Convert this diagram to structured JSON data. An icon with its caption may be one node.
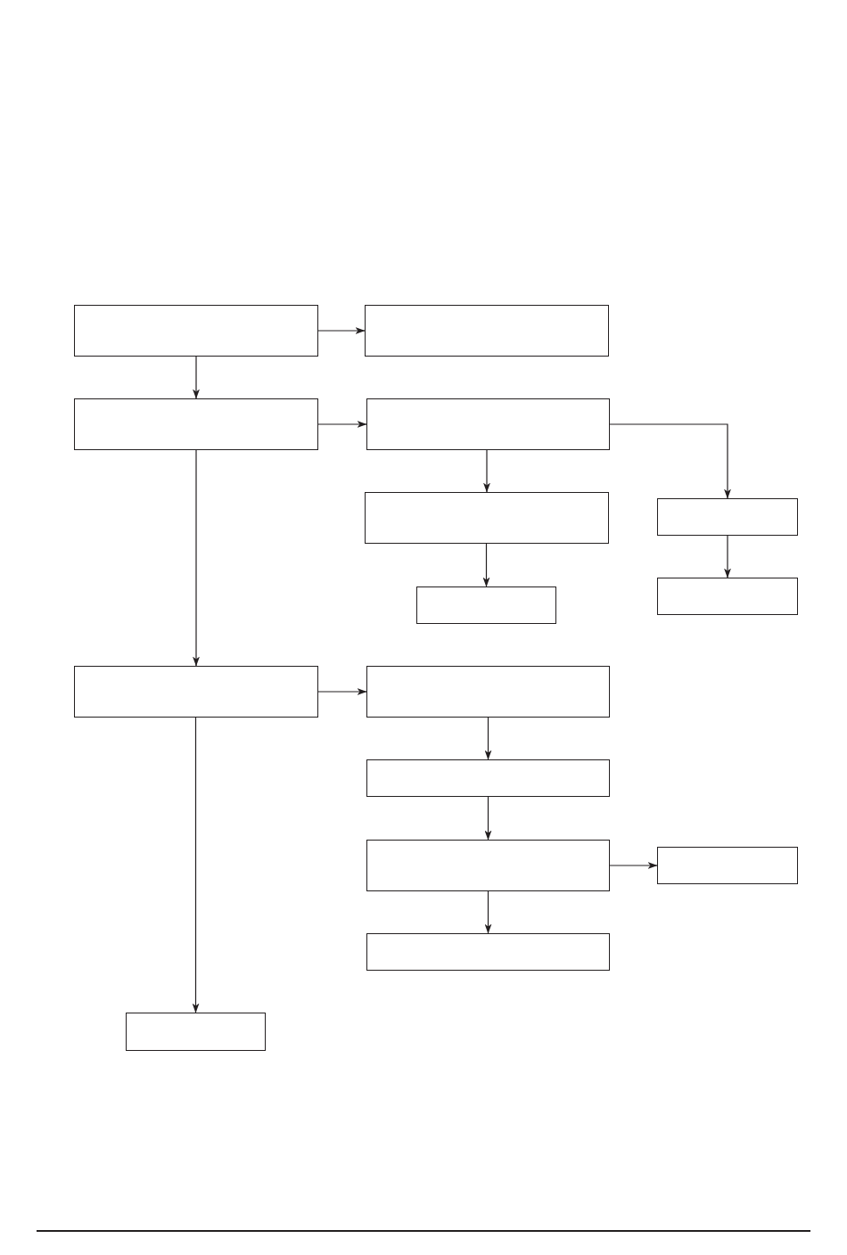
{
  "diagram": {
    "nodes": [
      {
        "text": [],
        "shape": "box"
      },
      {
        "text": [],
        "shape": "box"
      },
      {
        "text": [],
        "shape": "box"
      },
      {
        "text": [],
        "shape": "box"
      },
      {
        "text": [],
        "shape": "box"
      },
      {
        "text": [],
        "shape": "box"
      },
      {
        "text": [],
        "shape": "box"
      },
      {
        "text": [],
        "shape": "box"
      },
      {
        "text": [],
        "shape": "box"
      },
      {
        "text": [],
        "shape": "box"
      },
      {
        "text": [],
        "shape": "box"
      },
      {
        "text": [],
        "shape": "box"
      },
      {
        "text": [],
        "shape": "box"
      },
      {
        "text": [],
        "shape": "box"
      },
      {
        "text": [],
        "shape": "box"
      }
    ],
    "edges": [
      {
        "from": 0,
        "to": 1,
        "arrow": "to"
      },
      {
        "from": 0,
        "to": 2,
        "arrow": "to"
      },
      {
        "from": 2,
        "to": 3,
        "arrow": "to"
      },
      {
        "from": 3,
        "to": 4,
        "arrow": "to"
      },
      {
        "from": 3,
        "to": 5,
        "arrow": "to"
      },
      {
        "from": 4,
        "to": 6,
        "arrow": "to"
      },
      {
        "from": 5,
        "to": 7,
        "arrow": "to"
      },
      {
        "from": 2,
        "to": 8,
        "arrow": "to"
      },
      {
        "from": 8,
        "to": 9,
        "arrow": "to"
      },
      {
        "from": 9,
        "to": 10,
        "arrow": "to"
      },
      {
        "from": 10,
        "to": 11,
        "arrow": "to"
      },
      {
        "from": 11,
        "to": 12,
        "arrow": "to"
      },
      {
        "from": 11,
        "to": 13,
        "arrow": "to"
      },
      {
        "from": 8,
        "to": 14,
        "arrow": "to"
      }
    ]
  }
}
